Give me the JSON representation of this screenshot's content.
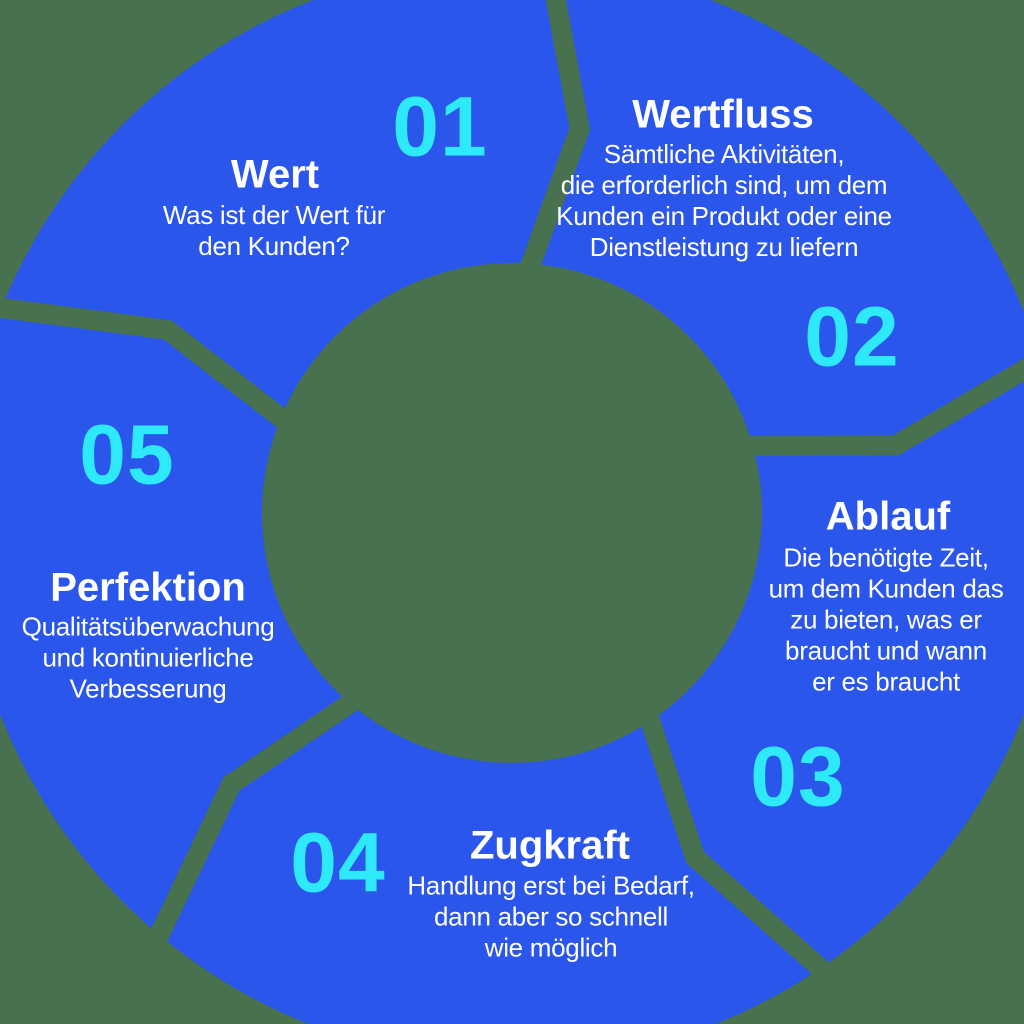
{
  "colors": {
    "background": "#48714F",
    "segment": "#2A56EC",
    "number": "#2DE9FA",
    "text": "#FFFFFF"
  },
  "diagram": {
    "type": "cycle",
    "direction": "clockwise",
    "steps": [
      {
        "number": "01",
        "title": "Wert",
        "description": "Was ist der Wert für\nden Kunden?"
      },
      {
        "number": "02",
        "title": "Wertfluss",
        "description": "Sämtliche Aktivitäten,\ndie erforderlich sind, um dem\nKunden ein Produkt oder eine\nDienstleistung zu liefern"
      },
      {
        "number": "03",
        "title": "Ablauf",
        "description": "Die benötigte Zeit,\num dem Kunden das\nzu bieten, was er\nbraucht und wann\ner es braucht"
      },
      {
        "number": "04",
        "title": "Zugkraft",
        "description": "Handlung erst bei Bedarf,\ndann aber so schnell\nwie möglich"
      },
      {
        "number": "05",
        "title": "Perfektion",
        "description": "Qualitätsüberwachung\nund kontinuierliche\nVerbesserung"
      }
    ]
  }
}
